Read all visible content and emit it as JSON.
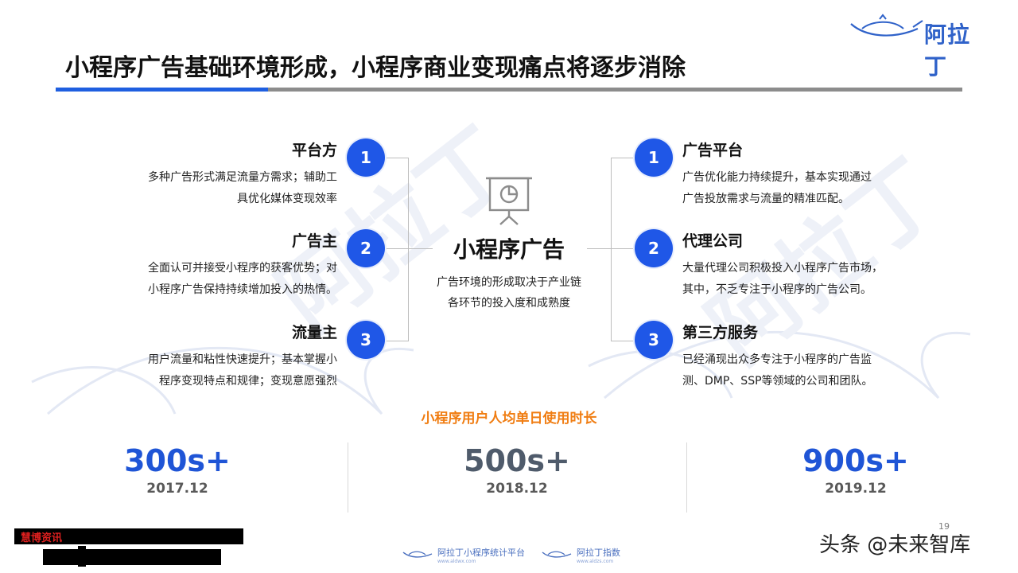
{
  "brand": {
    "name": "阿拉丁"
  },
  "title": "小程序广告基础环境形成，小程序商业变现痛点将逐步消除",
  "center": {
    "title": "小程序广告",
    "desc_lines": [
      "广告环境的形成取决于产业链",
      "各环节的投入度和成熟度"
    ]
  },
  "left_items": [
    {
      "num": "1",
      "title": "平台方",
      "lines": [
        "多种广告形式满足流量方需求；辅助工",
        "具优化媒体变现效率"
      ]
    },
    {
      "num": "2",
      "title": "广告主",
      "lines": [
        "全面认可并接受小程序的获客优势；对",
        "小程序广告保持持续增加投入的热情。"
      ]
    },
    {
      "num": "3",
      "title": "流量主",
      "lines": [
        "用户流量和粘性快速提升；基本掌握小",
        "程序变现特点和规律；变现意愿强烈"
      ]
    }
  ],
  "right_items": [
    {
      "num": "1",
      "title": "广告平台",
      "lines": [
        "广告优化能力持续提升，基本实现通过",
        "广告投放需求与流量的精准匹配。"
      ]
    },
    {
      "num": "2",
      "title": "代理公司",
      "lines": [
        "大量代理公司积极投入小程序广告市场，",
        "其中，不乏专注于小程序的广告公司。"
      ]
    },
    {
      "num": "3",
      "title": "第三方服务",
      "lines": [
        "已经涌现出众多专注于小程序的广告监",
        "测、DMP、SSP等领域的公司和团队。"
      ]
    }
  ],
  "stats": {
    "heading": "小程序用户人均单日使用时长",
    "items": [
      {
        "value": "300s+",
        "year": "2017.12",
        "color": "#1f55d6"
      },
      {
        "value": "500s+",
        "year": "2018.12",
        "color": "#4f5b6b"
      },
      {
        "value": "900s+",
        "year": "2019.12",
        "color": "#1f55d6"
      }
    ]
  },
  "footer": {
    "page_number": "19",
    "redacted_label": "慧博资讯",
    "logos": [
      {
        "text": "阿拉丁小程序统计平台",
        "sub": "www.aldwx.com"
      },
      {
        "text": "阿拉丁指数",
        "sub": "www.aldzs.com"
      }
    ],
    "source_tag": "头条 @未来智库"
  },
  "colors": {
    "accent_blue": "#1f57e7",
    "stat_heading": "#f07d12"
  }
}
